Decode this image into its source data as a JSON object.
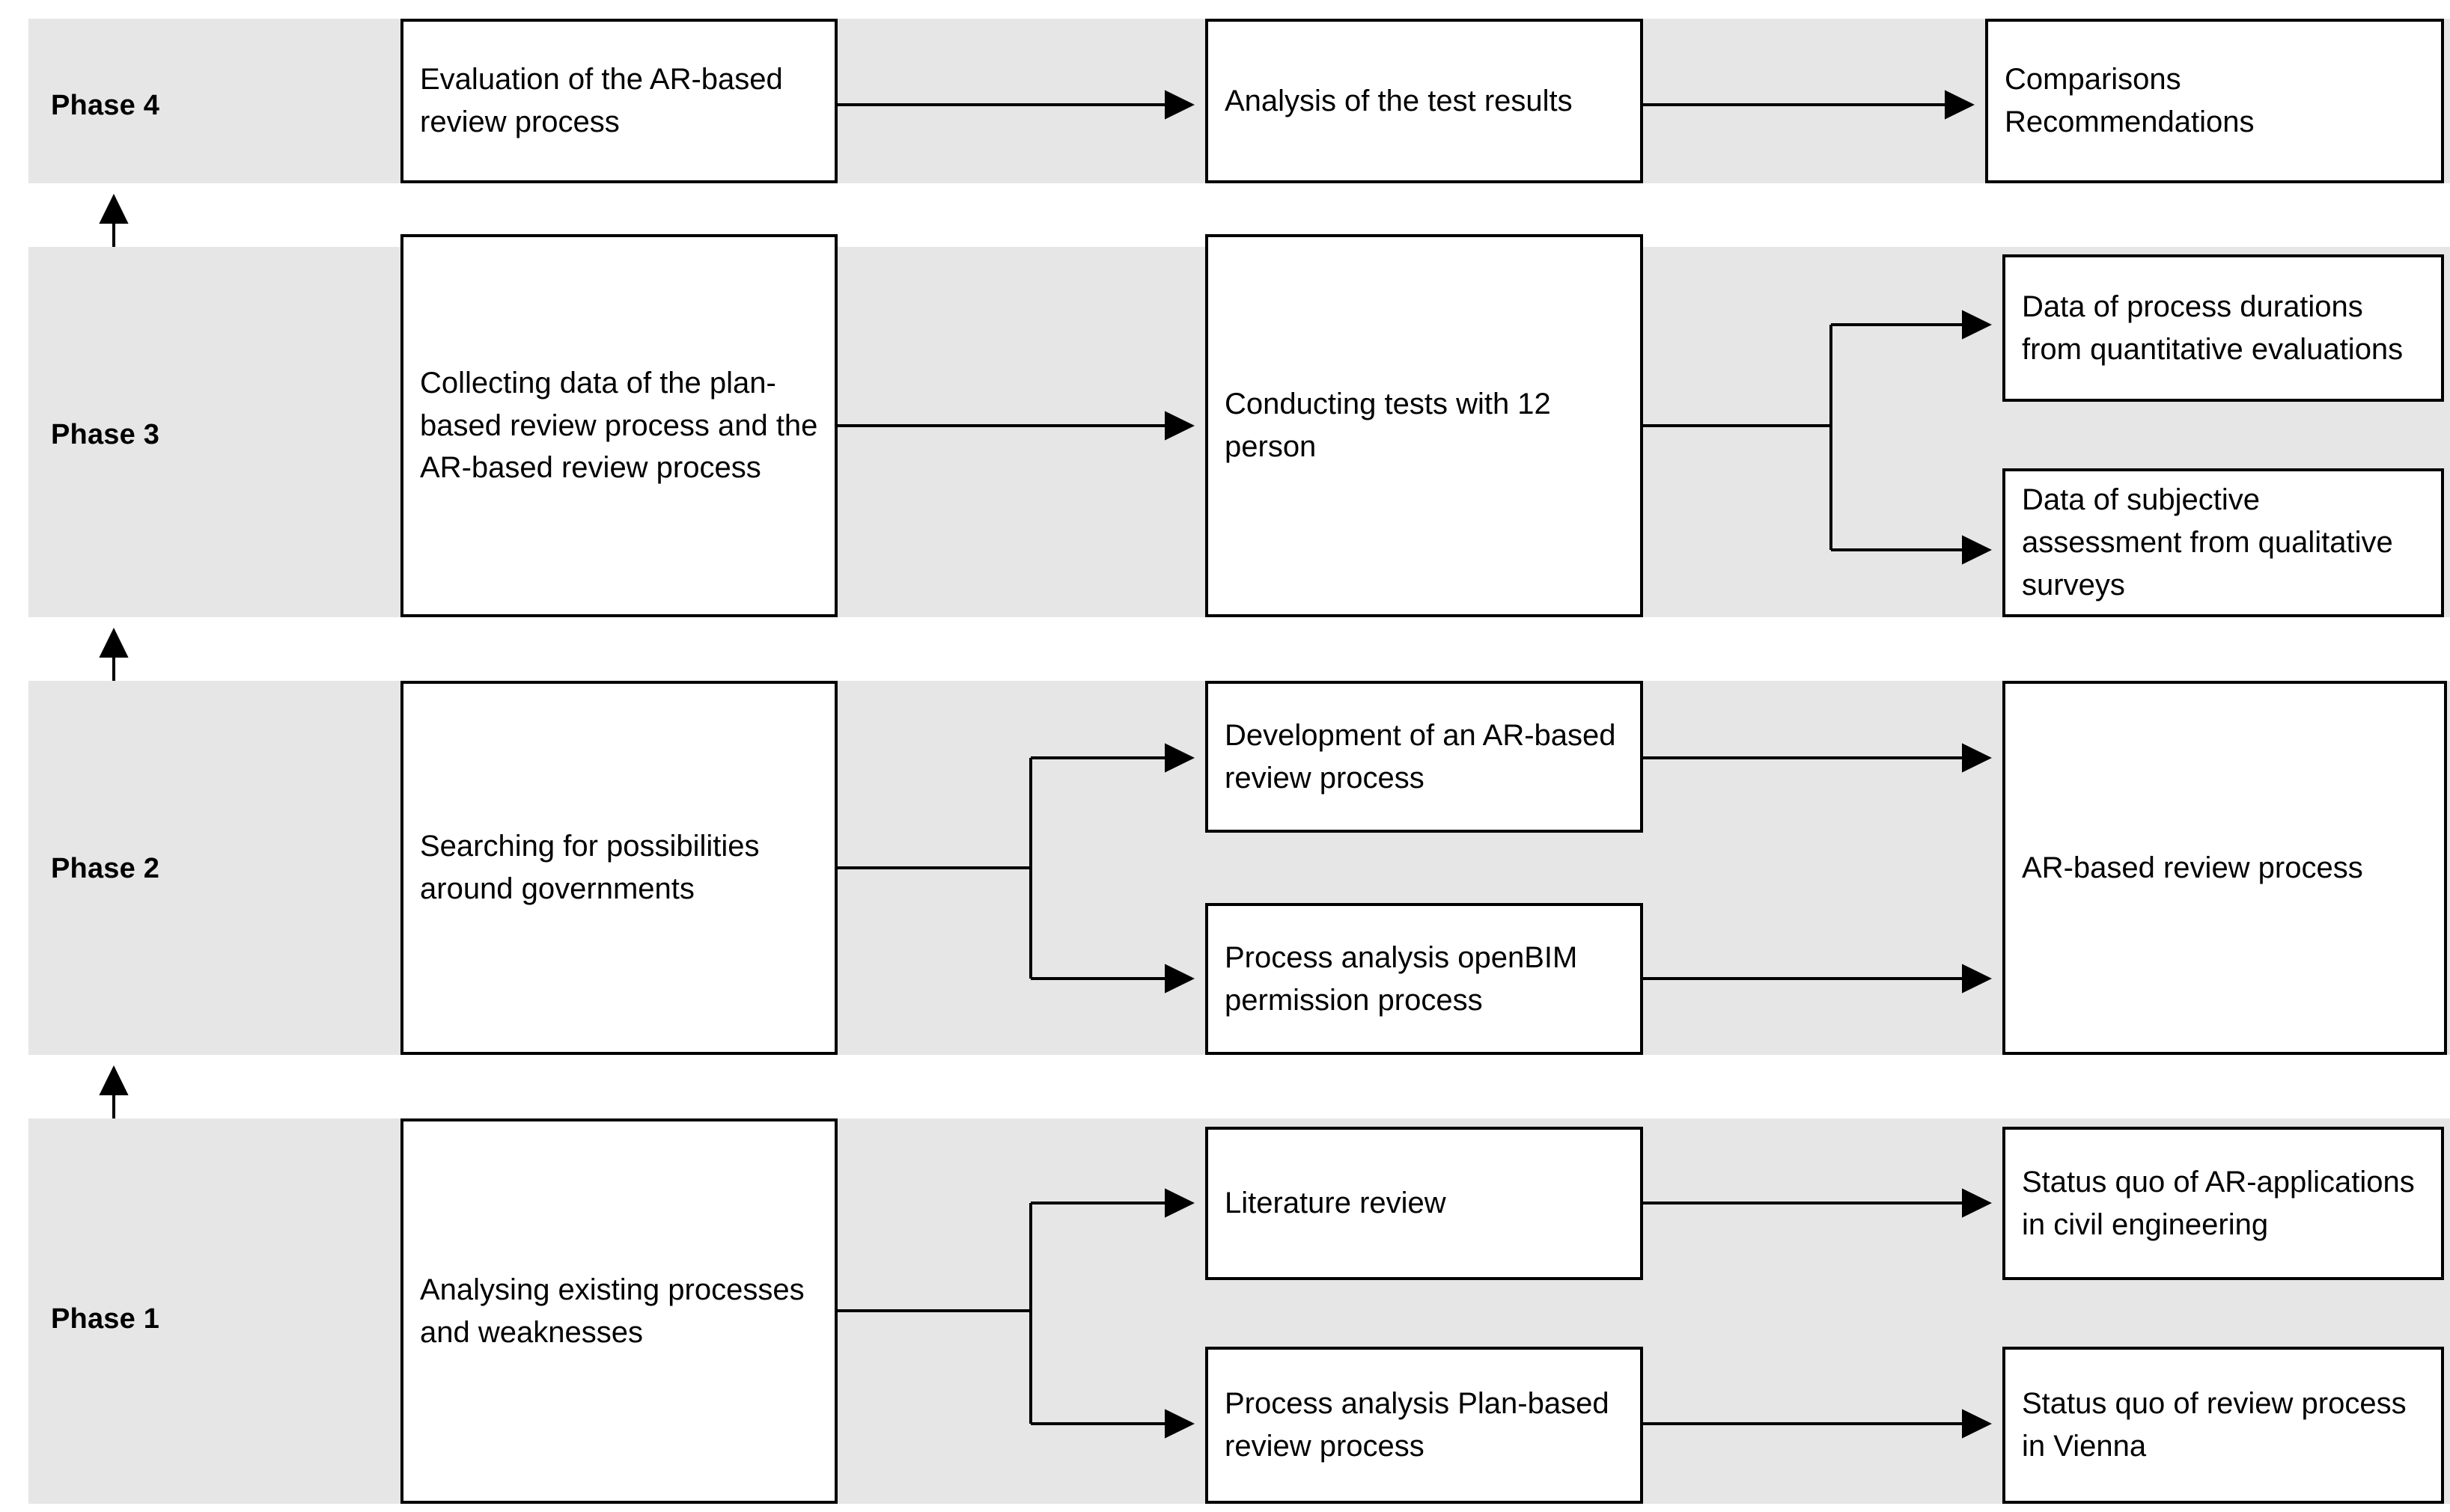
{
  "diagram": {
    "title": "Research methodology phase flowchart",
    "band_color": "#e6e6e6",
    "box_border_color": "#000000",
    "box_fill_color": "#ffffff",
    "arrow_color": "#000000"
  },
  "phases": [
    {
      "label": "Phase 4",
      "nodes": [
        {
          "id": "p4-n1",
          "text": "Evaluation of the AR-based review process"
        },
        {
          "id": "p4-n2",
          "text": "Analysis of the test results"
        },
        {
          "id": "p4-n3",
          "text": "Comparisons Recommendations"
        }
      ]
    },
    {
      "label": "Phase 3",
      "nodes": [
        {
          "id": "p3-n1",
          "text": "Collecting data of the plan-based review process and the AR-based review process"
        },
        {
          "id": "p3-n2",
          "text": "Conducting tests with 12 person"
        },
        {
          "id": "p3-n3",
          "text": "Data of process durations from quantitative evaluations"
        },
        {
          "id": "p3-n4",
          "text": "Data of subjective assessment from qualitative surveys"
        }
      ]
    },
    {
      "label": "Phase 2",
      "nodes": [
        {
          "id": "p2-n1",
          "text": "Searching for possibilities around governments"
        },
        {
          "id": "p2-n2",
          "text": "Development of an AR-based review process"
        },
        {
          "id": "p2-n3",
          "text": "Process analysis openBIM permission process"
        },
        {
          "id": "p2-n4",
          "text": "AR-based review process"
        }
      ]
    },
    {
      "label": "Phase 1",
      "nodes": [
        {
          "id": "p1-n1",
          "text": "Analysing existing processes and weaknesses"
        },
        {
          "id": "p1-n2",
          "text": "Literature review"
        },
        {
          "id": "p1-n3",
          "text": "Process analysis Plan-based review process"
        },
        {
          "id": "p1-n4",
          "text": "Status quo of AR-applications in civil engineering"
        },
        {
          "id": "p1-n5",
          "text": "Status quo of review process in Vienna"
        }
      ]
    }
  ]
}
